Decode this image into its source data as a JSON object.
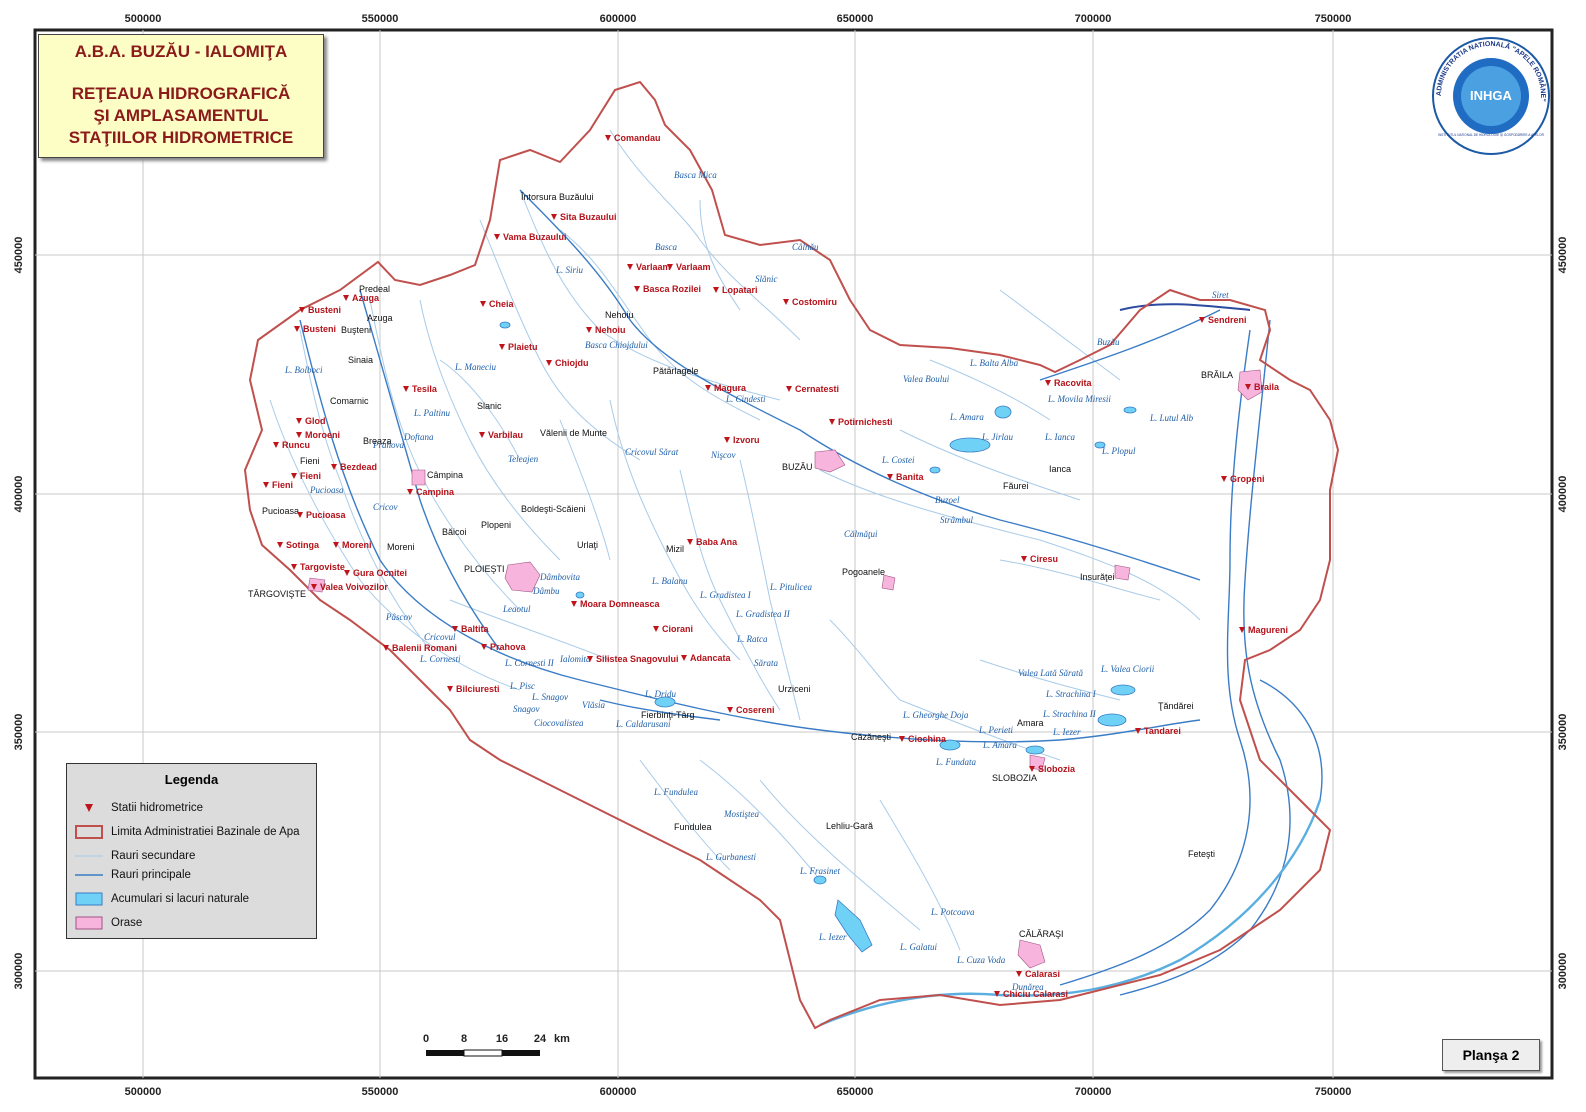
{
  "title": {
    "line1": "A.B.A. BUZĂU - IALOMIŢA",
    "line2": "REŢEAUA HIDROGRAFICĂ",
    "line3": "ŞI AMPLASAMENTUL",
    "line4": "STAŢIILOR HIDROMETRICE"
  },
  "axes": {
    "x_ticks": [
      "500000",
      "550000",
      "600000",
      "650000",
      "700000",
      "750000"
    ],
    "y_ticks": [
      "450000",
      "400000",
      "350000",
      "300000"
    ]
  },
  "legend": {
    "heading": "Legenda",
    "items": [
      {
        "label": "Statii hidrometrice"
      },
      {
        "label": "Limita Administratiei Bazinale de Apa"
      },
      {
        "label": "Rauri secundare"
      },
      {
        "label": "Rauri principale"
      },
      {
        "label": "Acumulari si lacuri naturale"
      },
      {
        "label": "Orase"
      }
    ]
  },
  "scale_bar": {
    "labels": [
      "0",
      "8",
      "16",
      "24"
    ],
    "unit": "km"
  },
  "plansa": "Planşa 2",
  "logo": {
    "center": "INHGA",
    "ring": "ADMINISTRATIA NATIONALĂ \"APELE ROMÂNE\"",
    "inner": "INSTITUTUL NATIONAL DE HIDROLOGIE ŞI GOSPODĂRIRE A APELOR"
  },
  "colors": {
    "boundary": "#c0504d",
    "river_main": "#2e75b6",
    "river_secondary": "#9dc3e6",
    "lakes": "#6fd1f5",
    "towns": "#f7b4dc",
    "station": "#c0141b"
  },
  "stations": [
    {
      "name": "Comandau"
    },
    {
      "name": "Sita Buzaului"
    },
    {
      "name": "Vama Buzaului"
    },
    {
      "name": "Varlaam"
    },
    {
      "name": "Varlaam"
    },
    {
      "name": "Basca Rozilei"
    },
    {
      "name": "Lopatari"
    },
    {
      "name": "Costomiru"
    },
    {
      "name": "Chiojdu"
    },
    {
      "name": "Nehoiu"
    },
    {
      "name": "Cheia"
    },
    {
      "name": "Plaietu"
    },
    {
      "name": "Magura"
    },
    {
      "name": "Cernatesti"
    },
    {
      "name": "Potirnichesti"
    },
    {
      "name": "Izvoru"
    },
    {
      "name": "Varbilau"
    },
    {
      "name": "Tesila"
    },
    {
      "name": "Busteni"
    },
    {
      "name": "Azuga"
    },
    {
      "name": "Busteni"
    },
    {
      "name": "Glod"
    },
    {
      "name": "Moroeni"
    },
    {
      "name": "Runcu"
    },
    {
      "name": "Bezdead"
    },
    {
      "name": "Fieni"
    },
    {
      "name": "Fieni"
    },
    {
      "name": "Pucioasa"
    },
    {
      "name": "Campina"
    },
    {
      "name": "Sotinga"
    },
    {
      "name": "Moreni"
    },
    {
      "name": "Targoviste"
    },
    {
      "name": "Gura Ocnitei"
    },
    {
      "name": "Valea Voivozilor"
    },
    {
      "name": "Balenii Romani"
    },
    {
      "name": "Baltita"
    },
    {
      "name": "Prahova"
    },
    {
      "name": "Moara Domneasca"
    },
    {
      "name": "Ciorani"
    },
    {
      "name": "Adancata"
    },
    {
      "name": "Silistea Snagovului"
    },
    {
      "name": "Bilciuresti"
    },
    {
      "name": "Baba Ana"
    },
    {
      "name": "Cosereni"
    },
    {
      "name": "Banita"
    },
    {
      "name": "Racovita"
    },
    {
      "name": "Sendreni"
    },
    {
      "name": "Braila"
    },
    {
      "name": "Gropeni"
    },
    {
      "name": "Ciresu"
    },
    {
      "name": "Magureni"
    },
    {
      "name": "Tandarei"
    },
    {
      "name": "Ciochina"
    },
    {
      "name": "Slobozia"
    },
    {
      "name": "Calarasi"
    },
    {
      "name": "Chiciu Calarasi"
    }
  ],
  "towns": [
    {
      "name": "Întorsura Buzăului"
    },
    {
      "name": "Nehoiu"
    },
    {
      "name": "Pătârlagele"
    },
    {
      "name": "Vălenii de Munte"
    },
    {
      "name": "Slanic"
    },
    {
      "name": "Predeal"
    },
    {
      "name": "Azuga"
    },
    {
      "name": "Buşteni"
    },
    {
      "name": "Sinaia"
    },
    {
      "name": "Comarnic"
    },
    {
      "name": "Breaza"
    },
    {
      "name": "Fieni"
    },
    {
      "name": "Câmpina"
    },
    {
      "name": "Pucioasa"
    },
    {
      "name": "Băicoi"
    },
    {
      "name": "Plopeni"
    },
    {
      "name": "Boldeşti-Scăieni"
    },
    {
      "name": "Moreni"
    },
    {
      "name": "TÂRGOVIŞTE"
    },
    {
      "name": "PLOIEŞTI"
    },
    {
      "name": "Urlaţi"
    },
    {
      "name": "Mizil"
    },
    {
      "name": "BUZĂU"
    },
    {
      "name": "Făurei"
    },
    {
      "name": "Ianca"
    },
    {
      "name": "BRĂILA"
    },
    {
      "name": "Pogoanele"
    },
    {
      "name": "Insurăţei"
    },
    {
      "name": "Urziceni"
    },
    {
      "name": "Fierbinţi-Târg"
    },
    {
      "name": "Căzăneşti"
    },
    {
      "name": "Amara"
    },
    {
      "name": "SLOBOZIA"
    },
    {
      "name": "Ţăndărei"
    },
    {
      "name": "Lehliu-Gară"
    },
    {
      "name": "Fundulea"
    },
    {
      "name": "Feteşti"
    },
    {
      "name": "CĂLĂRAŞI"
    }
  ],
  "waters": [
    {
      "name": "Basca Mica"
    },
    {
      "name": "Basca"
    },
    {
      "name": "Basca Chiojdului"
    },
    {
      "name": "Slănic"
    },
    {
      "name": "Câlnău"
    },
    {
      "name": "Buzău"
    },
    {
      "name": "Siret"
    },
    {
      "name": "L. Siriu"
    },
    {
      "name": "L. Maneciu"
    },
    {
      "name": "L. Paltinu"
    },
    {
      "name": "L. Bolboci"
    },
    {
      "name": "Prahova"
    },
    {
      "name": "Doftana"
    },
    {
      "name": "Teleajen"
    },
    {
      "name": "Cricov"
    },
    {
      "name": "Cricovul Sărat"
    },
    {
      "name": "Nişcov"
    },
    {
      "name": "L. Cindesti"
    },
    {
      "name": "Valea Boului"
    },
    {
      "name": "L. Balta Alba"
    },
    {
      "name": "L. Movila Miresii"
    },
    {
      "name": "L. Lutul Alb"
    },
    {
      "name": "L. Amara"
    },
    {
      "name": "L. Jirlau"
    },
    {
      "name": "L. Ianca"
    },
    {
      "name": "L. Plopul"
    },
    {
      "name": "L. Costei"
    },
    {
      "name": "Buzoel"
    },
    {
      "name": "Strâmbul"
    },
    {
      "name": "Călmăţui"
    },
    {
      "name": "Pucioasa"
    },
    {
      "name": "Ialomita"
    },
    {
      "name": "Dâmbu"
    },
    {
      "name": "Leaotul"
    },
    {
      "name": "Dâmbovita"
    },
    {
      "name": "L. Balanu"
    },
    {
      "name": "L. Gradistea I"
    },
    {
      "name": "L. Gradistea II"
    },
    {
      "name": "L. Pitulicea"
    },
    {
      "name": "L. Ratca"
    },
    {
      "name": "Sărata"
    },
    {
      "name": "Pâscov"
    },
    {
      "name": "Cricovul"
    },
    {
      "name": "L. Cornesti"
    },
    {
      "name": "L. Cornesti II"
    },
    {
      "name": "L. Pisc"
    },
    {
      "name": "L. Snagov"
    },
    {
      "name": "Snagov"
    },
    {
      "name": "Vlăsia"
    },
    {
      "name": "Ciocovalistea"
    },
    {
      "name": "L. Dridu"
    },
    {
      "name": "L. Caldarusani"
    },
    {
      "name": "Valea Lată Sărată"
    },
    {
      "name": "L. Valea Ciorii"
    },
    {
      "name": "L. Strachina I"
    },
    {
      "name": "L. Strachina II"
    },
    {
      "name": "L. Gheorghe Doja"
    },
    {
      "name": "L. Perieti"
    },
    {
      "name": "L. Amara"
    },
    {
      "name": "L. Iezer"
    },
    {
      "name": "L. Fundata"
    },
    {
      "name": "L. Fundulea"
    },
    {
      "name": "Mostiştea"
    },
    {
      "name": "L. Gurbanesti"
    },
    {
      "name": "L. Frasinet"
    },
    {
      "name": "L. Iezer"
    },
    {
      "name": "L. Potcoava"
    },
    {
      "name": "L. Galatui"
    },
    {
      "name": "L. Cuza Voda"
    },
    {
      "name": "Dunărea"
    }
  ]
}
